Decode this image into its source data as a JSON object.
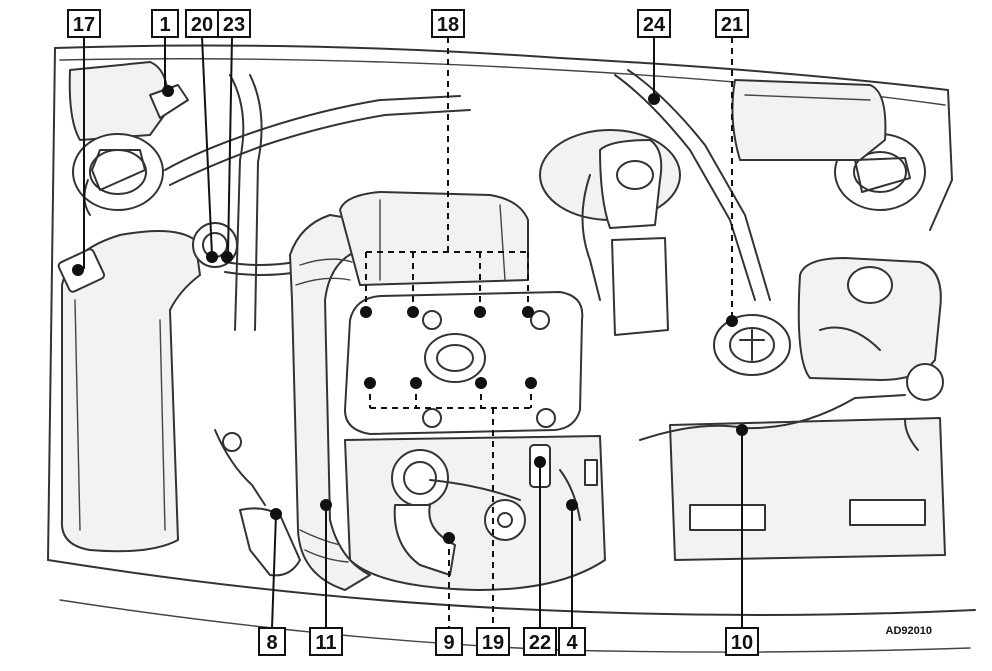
{
  "figure_code": "AD92010",
  "callouts": [
    {
      "id": "c1",
      "label": "1"
    },
    {
      "id": "c17",
      "label": "17"
    },
    {
      "id": "c20",
      "label": "20"
    },
    {
      "id": "c23",
      "label": "23"
    },
    {
      "id": "c18",
      "label": "18"
    },
    {
      "id": "c24",
      "label": "24"
    },
    {
      "id": "c21",
      "label": "21"
    },
    {
      "id": "c8",
      "label": "8"
    },
    {
      "id": "c11",
      "label": "11"
    },
    {
      "id": "c9",
      "label": "9"
    },
    {
      "id": "c19",
      "label": "19"
    },
    {
      "id": "c22",
      "label": "22"
    },
    {
      "id": "c4",
      "label": "4"
    },
    {
      "id": "c10",
      "label": "10"
    }
  ]
}
